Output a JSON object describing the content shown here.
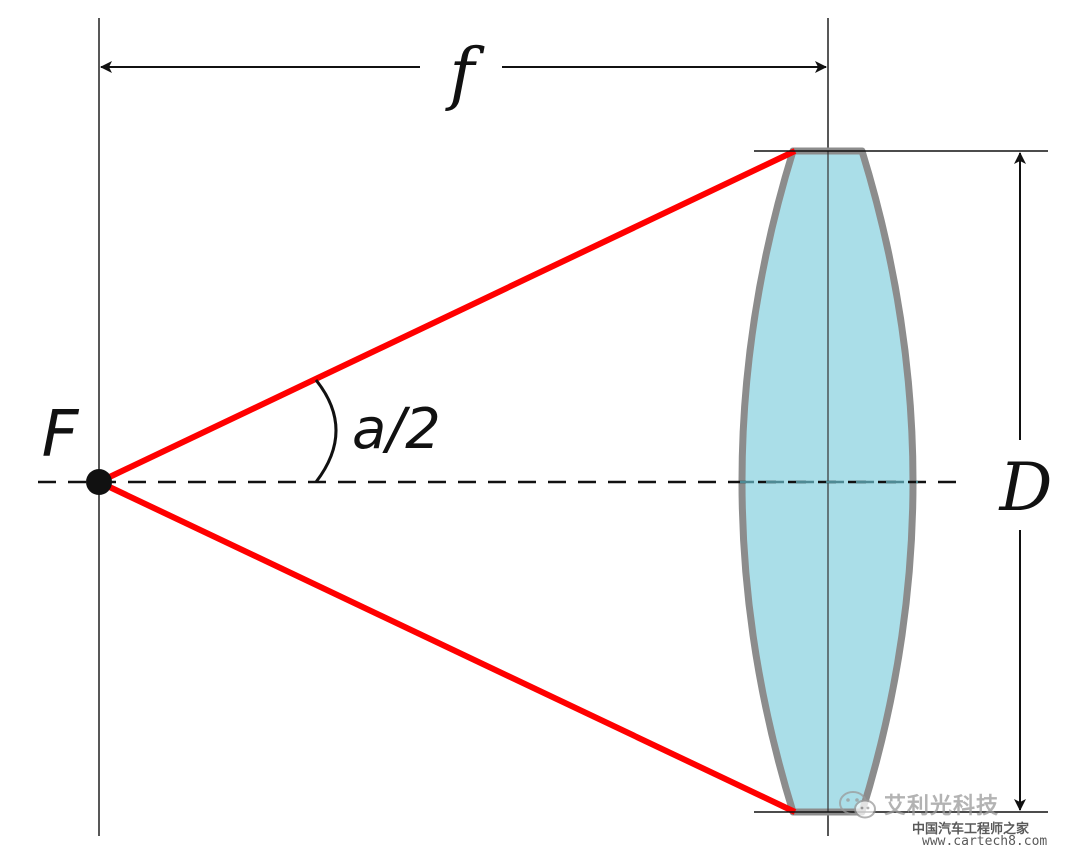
{
  "labels": {
    "focal_length": "f",
    "focal_point": "F",
    "half_angle": "a/2",
    "diameter": "D"
  },
  "watermark": {
    "name": "艾利光科技",
    "subtitle": "中国汽车工程师之家",
    "url": "www.cartech8.com",
    "logo_icon": "wechat-icon"
  },
  "colors": {
    "ray": "#ff0000",
    "lens_fill": "#aadee8",
    "lens_edge": "#8c8c8c",
    "lines": "#111111"
  }
}
